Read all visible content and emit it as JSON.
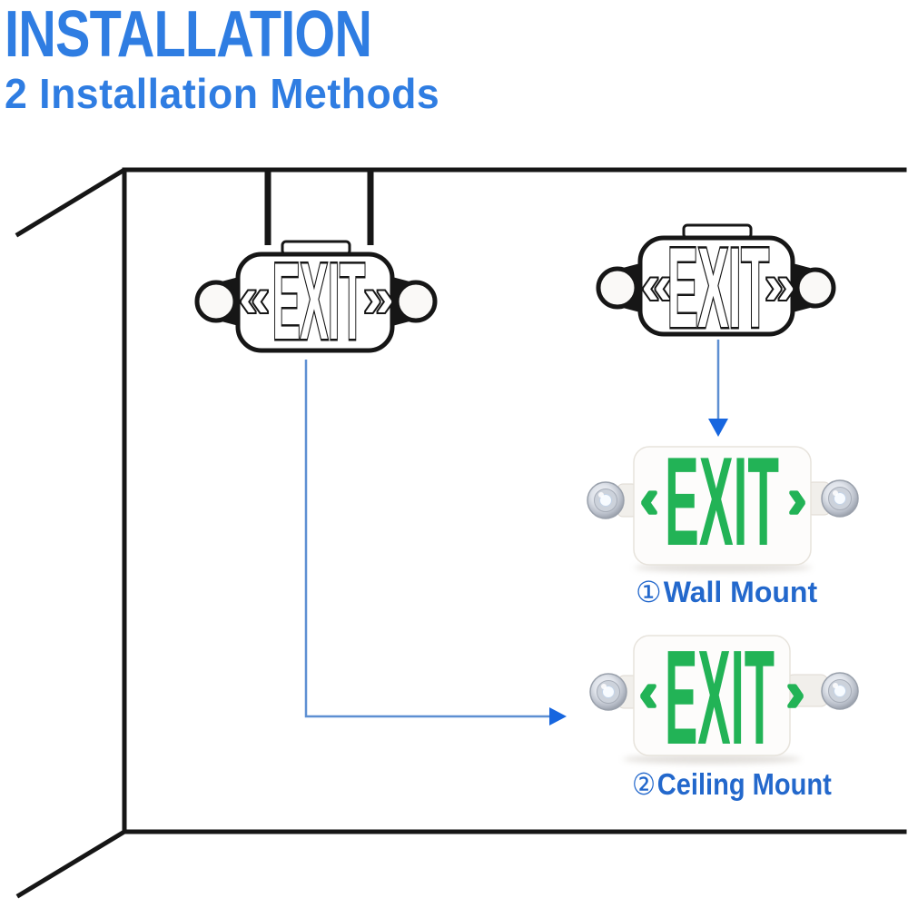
{
  "header": {
    "title": "INSTALLATION",
    "subtitle": "2 Installation Methods"
  },
  "colors": {
    "heading_blue": "#2F7DE2",
    "label_blue": "#2368CC",
    "exit_green": "#22B356",
    "outline_black": "#161616",
    "arrow_line_blue": "#5D8FD2",
    "arrow_head_blue": "#1766DF"
  },
  "schematic": {
    "hanging_sign": {
      "text": "EXIT",
      "chevron_left": "«",
      "chevron_right": "»"
    },
    "flush_sign": {
      "text": "EXIT",
      "chevron_left": "«",
      "chevron_right": "»"
    }
  },
  "methods": [
    {
      "number": "①",
      "label": "Wall Mount",
      "sign": {
        "text": "EXIT",
        "chevron_left": "‹",
        "chevron_right": "›"
      }
    },
    {
      "number": "②",
      "label": "Ceiling Mount",
      "sign": {
        "text": "EXIT",
        "chevron_left": "‹",
        "chevron_right": "›"
      }
    }
  ]
}
